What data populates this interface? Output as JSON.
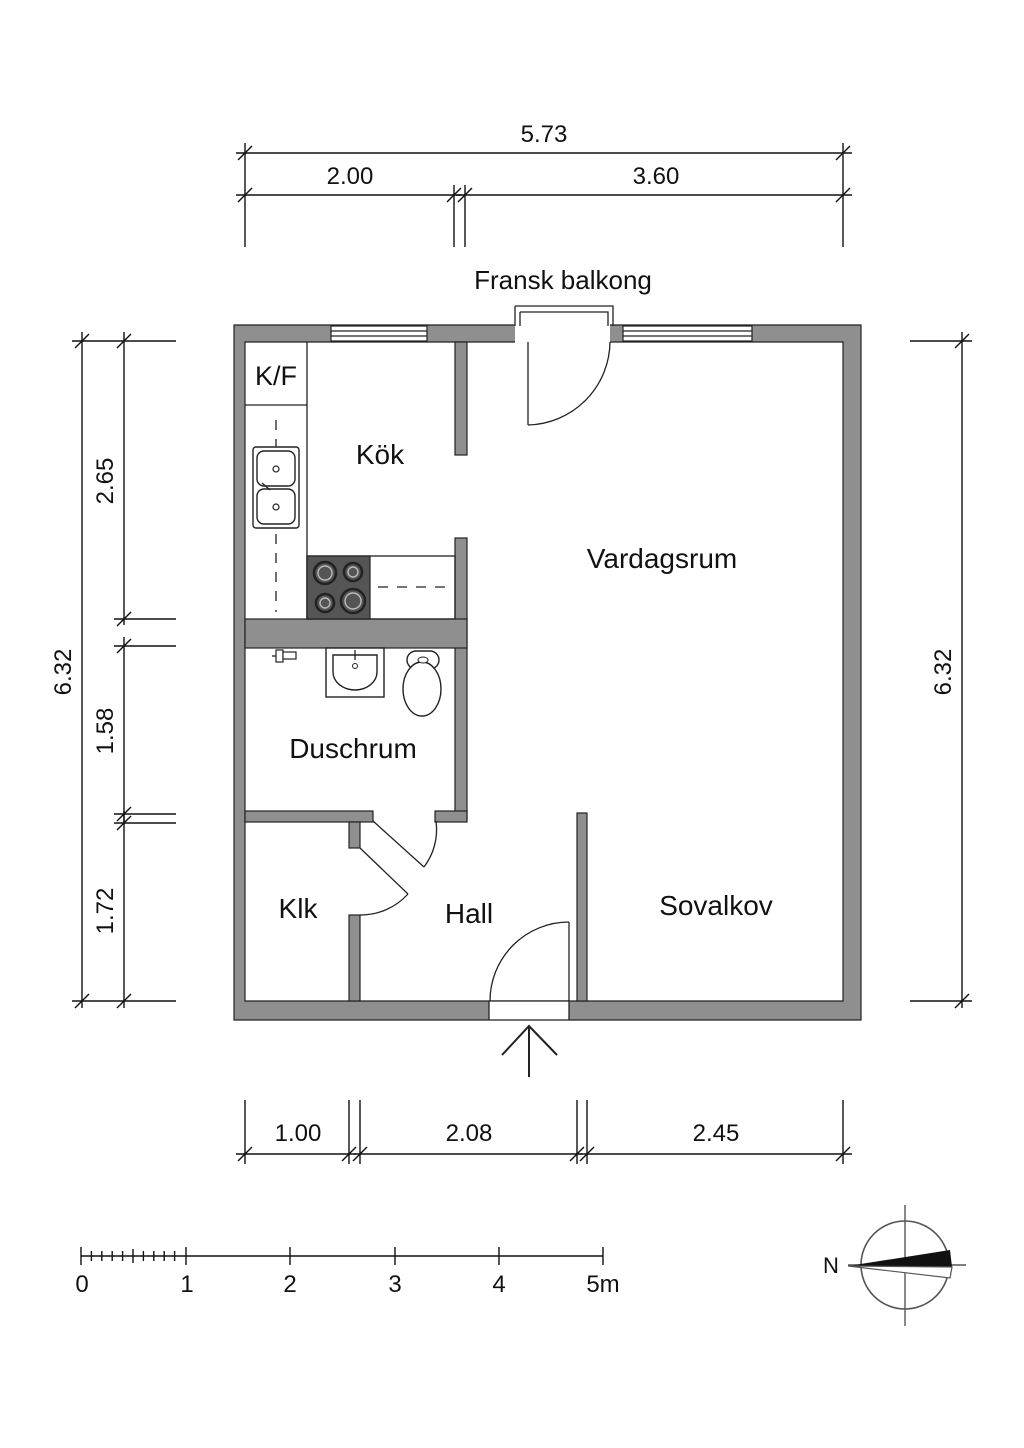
{
  "rooms": {
    "kitchen": "Kök",
    "fridge": "K/F",
    "living": "Vardagsrum",
    "shower": "Duschrum",
    "closet": "Klk",
    "hall": "Hall",
    "bedroom": "Sovalkov",
    "balcony": "Fransk balkong"
  },
  "dimensions": {
    "top_total": "5.73",
    "top_left": "2.00",
    "top_right": "3.60",
    "bottom_1": "1.00",
    "bottom_2": "2.08",
    "bottom_3": "2.45",
    "left_total": "6.32",
    "left_1": "2.65",
    "left_2": "1.58",
    "left_3": "1.72",
    "right_total": "6.32"
  },
  "scale_bar": {
    "ticks": [
      "0",
      "1",
      "2",
      "3",
      "4",
      "5m"
    ]
  },
  "compass": {
    "north_label": "N"
  },
  "colors": {
    "wall": "#8f8f8f",
    "line": "#111111"
  }
}
